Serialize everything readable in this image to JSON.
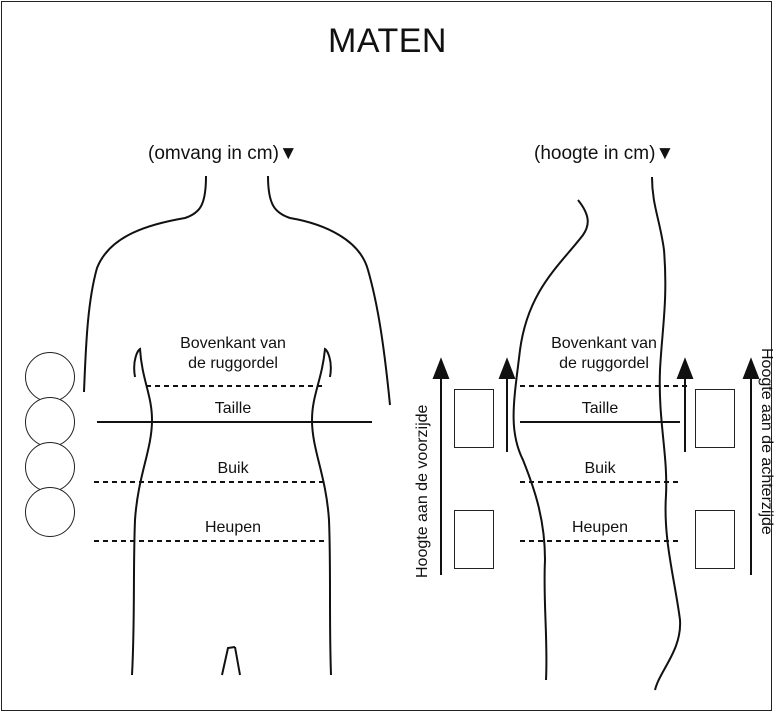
{
  "title": "MATEN",
  "front": {
    "subtitle": "(omvang in cm)",
    "marker": "▼",
    "labels": {
      "top_line1": "Bovenkant van",
      "top_line2": "de ruggordel",
      "waist": "Taille",
      "belly": "Buik",
      "hips": "Heupen"
    }
  },
  "side": {
    "subtitle": "(hoogte in cm)",
    "marker": "▼",
    "labels": {
      "top_line1": "Bovenkant van",
      "top_line2": "de ruggordel",
      "waist": "Taille",
      "belly": "Buik",
      "hips": "Heupen"
    },
    "front_height_label": "Hoogte aan de voorzijde",
    "back_height_label": "Hoogte aan de achterzijde"
  }
}
